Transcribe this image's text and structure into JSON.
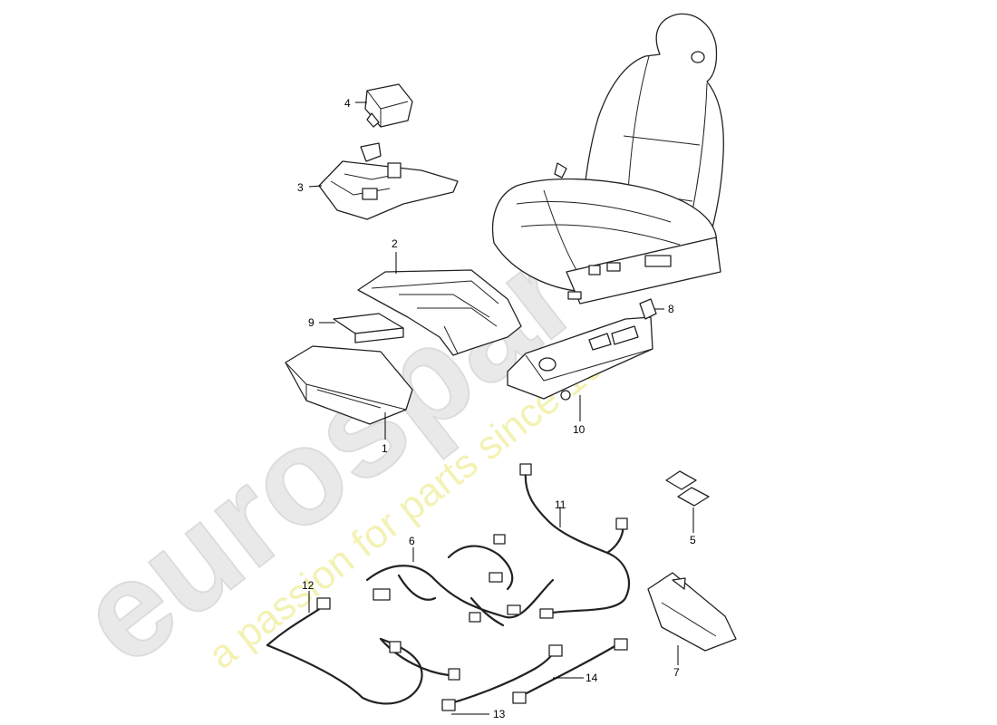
{
  "watermark": {
    "brand": "eurospares",
    "slogan": "a passion for parts since 1985"
  },
  "callouts": [
    {
      "id": "1",
      "label": "1"
    },
    {
      "id": "2",
      "label": "2"
    },
    {
      "id": "3",
      "label": "3"
    },
    {
      "id": "4",
      "label": "4"
    },
    {
      "id": "5",
      "label": "5"
    },
    {
      "id": "6",
      "label": "6"
    },
    {
      "id": "7",
      "label": "7"
    },
    {
      "id": "8",
      "label": "8"
    },
    {
      "id": "9",
      "label": "9"
    },
    {
      "id": "10",
      "label": "10"
    },
    {
      "id": "11",
      "label": "11"
    },
    {
      "id": "12",
      "label": "12"
    },
    {
      "id": "13",
      "label": "13"
    },
    {
      "id": "14",
      "label": "14"
    }
  ]
}
